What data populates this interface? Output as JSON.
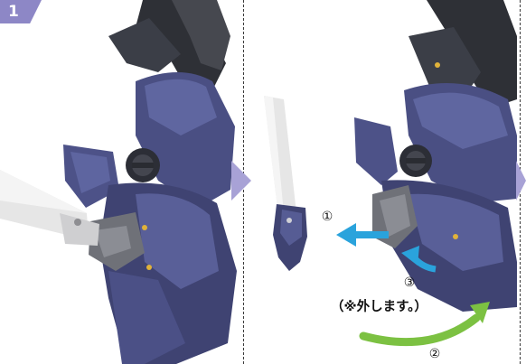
{
  "step": {
    "number": "1"
  },
  "labels": {
    "step1": "①",
    "step2": "②",
    "step3": "③",
    "note": "（※外します。）"
  },
  "icons": {
    "step_badge": "step-number-badge",
    "next_arrows": "triangle-right-icon",
    "move_arrow_blue": "arrow-left-icon",
    "rotate_arrow_green": "curved-arrow-icon",
    "push_arrow_blue": "curved-arrow-up-left-icon"
  },
  "colors": {
    "badge": "#8d87c6",
    "next_arrow": "#a8a2d6",
    "blue_arrow": "#2aa3dc",
    "green_arrow": "#7cc142",
    "armor_dark": "#3f4372",
    "armor_mid": "#565c94",
    "armor_light": "#7077aa",
    "frame_gray": "#5b5d63",
    "blade_white": "#e6e6e6"
  }
}
